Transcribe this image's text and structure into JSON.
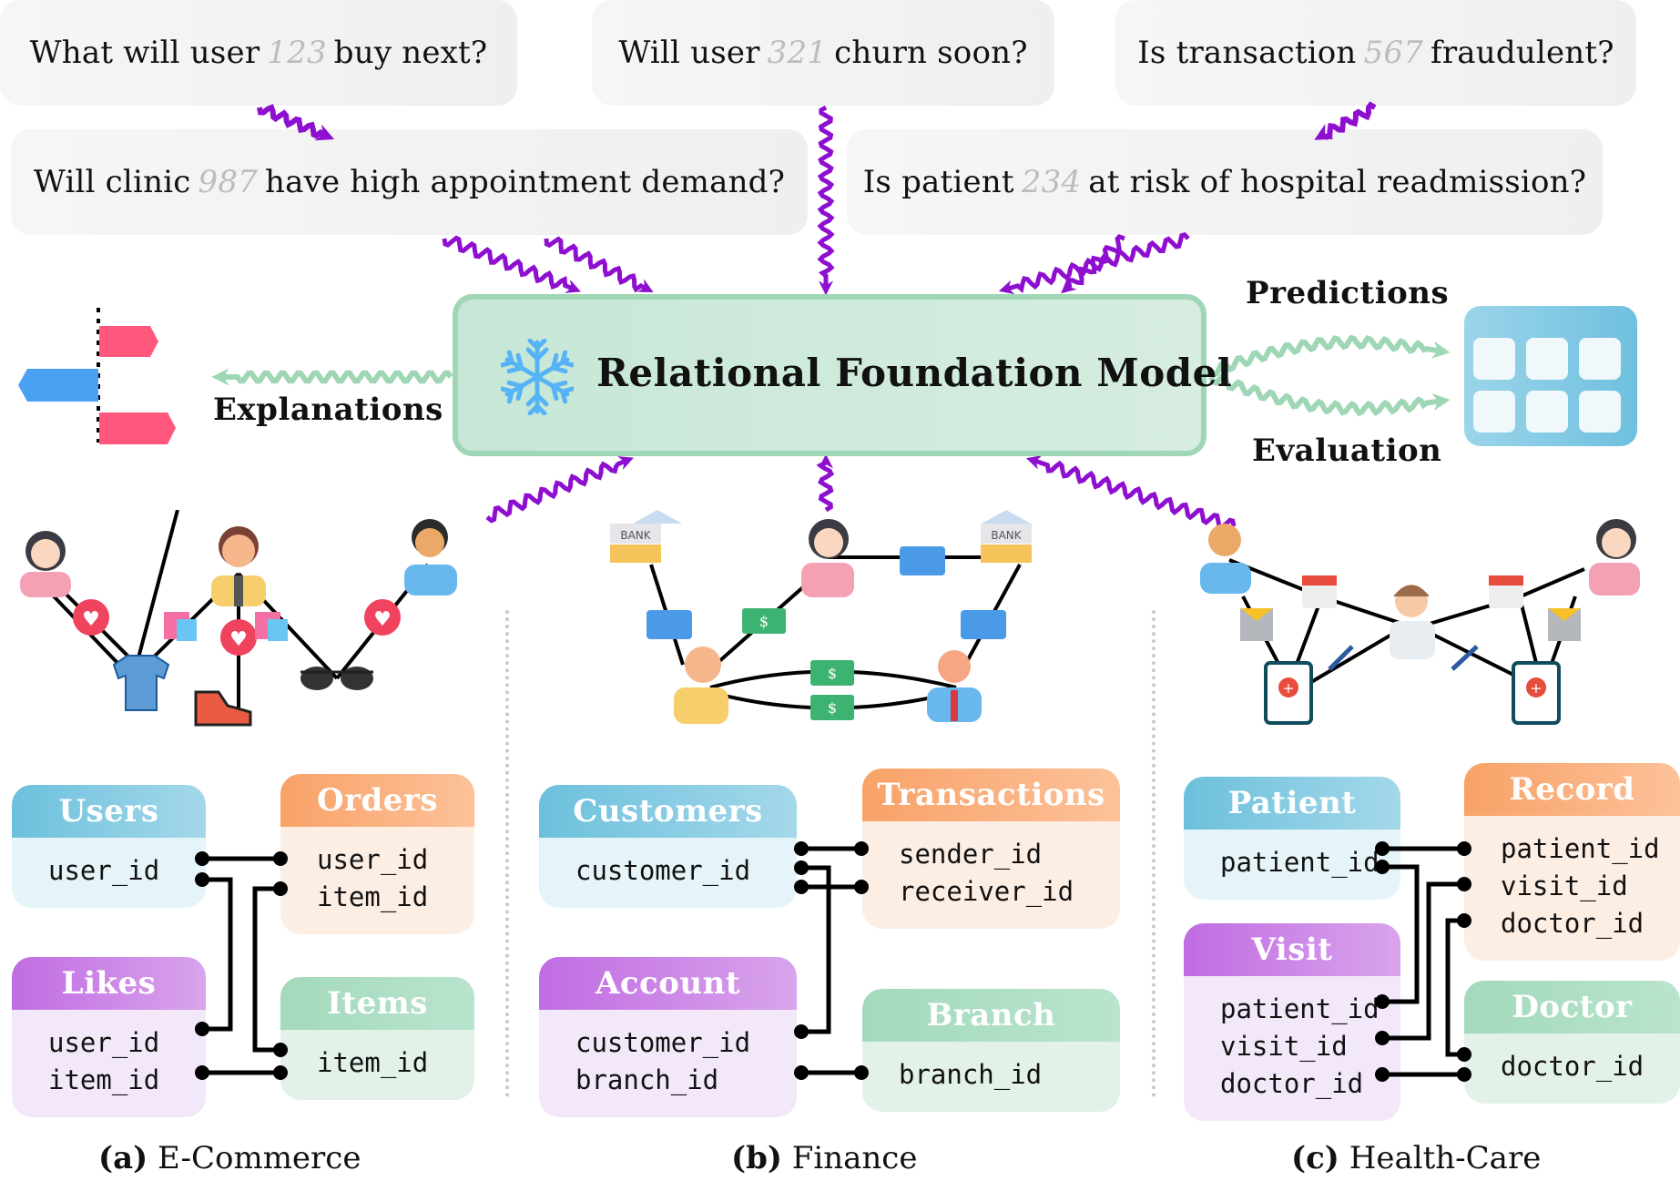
{
  "questions": [
    {
      "pre": "What will user",
      "id": "123",
      "post": "buy next?"
    },
    {
      "pre": "Will user",
      "id": "321",
      "post": "churn soon?"
    },
    {
      "pre": "Is transaction",
      "id": "567",
      "post": "fraudulent?"
    },
    {
      "pre": "Will clinic",
      "id": "987",
      "post": "have high appointment demand?"
    },
    {
      "pre": "Is patient",
      "id": "234",
      "post": "at risk of hospital readmission?"
    }
  ],
  "model": {
    "title": "Relational Foundation Model",
    "icon": "snowflake-icon"
  },
  "outputs": {
    "explanations": "Explanations",
    "predictions": "Predictions",
    "evaluation": "Evaluation"
  },
  "colors": {
    "query_arrow": "#8e0fcf",
    "output_arrow": "#9fd6b6",
    "bar_positive": "#ff587c",
    "bar_negative": "#4aa1f2"
  },
  "domains": [
    {
      "caption_letter": "(a)",
      "caption_name": "E-Commerce",
      "graph_icons": [
        "woman-user-icon",
        "heart-icon",
        "shirt-icon",
        "shopping-bag-icon",
        "man-user-icon",
        "heart-icon",
        "sneaker-icon",
        "shopping-bag-icon",
        "sunglasses-icon",
        "heart-icon",
        "man-user-icon"
      ],
      "tables": [
        {
          "name": "Users",
          "color": "blue",
          "fields": [
            "user_id"
          ]
        },
        {
          "name": "Orders",
          "color": "orange",
          "fields": [
            "user_id",
            "item_id"
          ]
        },
        {
          "name": "Likes",
          "color": "purple",
          "fields": [
            "user_id",
            "item_id"
          ]
        },
        {
          "name": "Items",
          "color": "green",
          "fields": [
            "item_id"
          ]
        }
      ]
    },
    {
      "caption_letter": "(b)",
      "caption_name": "Finance",
      "graph_icons": [
        "bank-icon",
        "credit-card-icon",
        "woman-user-icon",
        "cash-icon",
        "credit-card-icon",
        "bank-icon",
        "credit-card-icon",
        "man-user-icon",
        "cash-icon",
        "cash-icon",
        "man-user-icon"
      ],
      "tables": [
        {
          "name": "Customers",
          "color": "blue",
          "fields": [
            "customer_id"
          ]
        },
        {
          "name": "Transactions",
          "color": "orange",
          "fields": [
            "sender_id",
            "receiver_id"
          ]
        },
        {
          "name": "Account",
          "color": "purple",
          "fields": [
            "customer_id",
            "branch_id"
          ]
        },
        {
          "name": "Branch",
          "color": "green",
          "fields": [
            "branch_id"
          ]
        }
      ]
    },
    {
      "caption_letter": "(c)",
      "caption_name": "Health-Care",
      "graph_icons": [
        "man-user-icon",
        "calendar-icon",
        "envelope-icon",
        "clipboard-icon",
        "prescription-icon",
        "doctor-icon",
        "prescription-icon",
        "calendar-icon",
        "envelope-icon",
        "clipboard-icon",
        "woman-user-icon"
      ],
      "tables": [
        {
          "name": "Patient",
          "color": "blue",
          "fields": [
            "patient_id"
          ]
        },
        {
          "name": "Record",
          "color": "orange",
          "fields": [
            "patient_id",
            "visit_id",
            "doctor_id"
          ]
        },
        {
          "name": "Visit",
          "color": "purple",
          "fields": [
            "patient_id",
            "visit_id",
            "doctor_id"
          ]
        },
        {
          "name": "Doctor",
          "color": "green",
          "fields": [
            "doctor_id"
          ]
        }
      ]
    }
  ]
}
